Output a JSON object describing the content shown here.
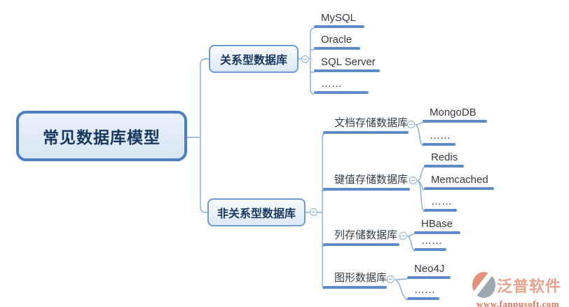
{
  "mindmap": {
    "root": {
      "label": "常见数据库模型"
    },
    "branches": [
      {
        "label": "关系型数据库",
        "children": [
          {
            "label": "MySQL"
          },
          {
            "label": "Oracle"
          },
          {
            "label": "SQL Server"
          },
          {
            "label": "……"
          }
        ]
      },
      {
        "label": "非关系型数据库",
        "children": [
          {
            "label": "文档存储数据库",
            "children": [
              {
                "label": "MongoDB"
              },
              {
                "label": "……"
              }
            ]
          },
          {
            "label": "键值存储数据库",
            "children": [
              {
                "label": "Redis"
              },
              {
                "label": "Memcached"
              },
              {
                "label": "……"
              }
            ]
          },
          {
            "label": "列存储数据库",
            "children": [
              {
                "label": "HBase"
              },
              {
                "label": "……"
              }
            ]
          },
          {
            "label": "图形数据库",
            "children": [
              {
                "label": "Neo4J"
              },
              {
                "label": "……"
              }
            ]
          }
        ]
      }
    ]
  },
  "watermark": {
    "brand": "泛普软件",
    "url": "www.fanpusoft.com"
  },
  "colors": {
    "node_underline": "#5e8cc9",
    "connector_line": "#87acdc",
    "branch_border": "#6e9cd2",
    "root_border": "#4c7ec0",
    "node_fill": "#dde9f6",
    "node_text": "#17375e",
    "leaf_text": "#333a45",
    "watermark_orange": "#e08268",
    "watermark_gray": "#8e99a6",
    "watermark_url_red": "#da5f43"
  }
}
